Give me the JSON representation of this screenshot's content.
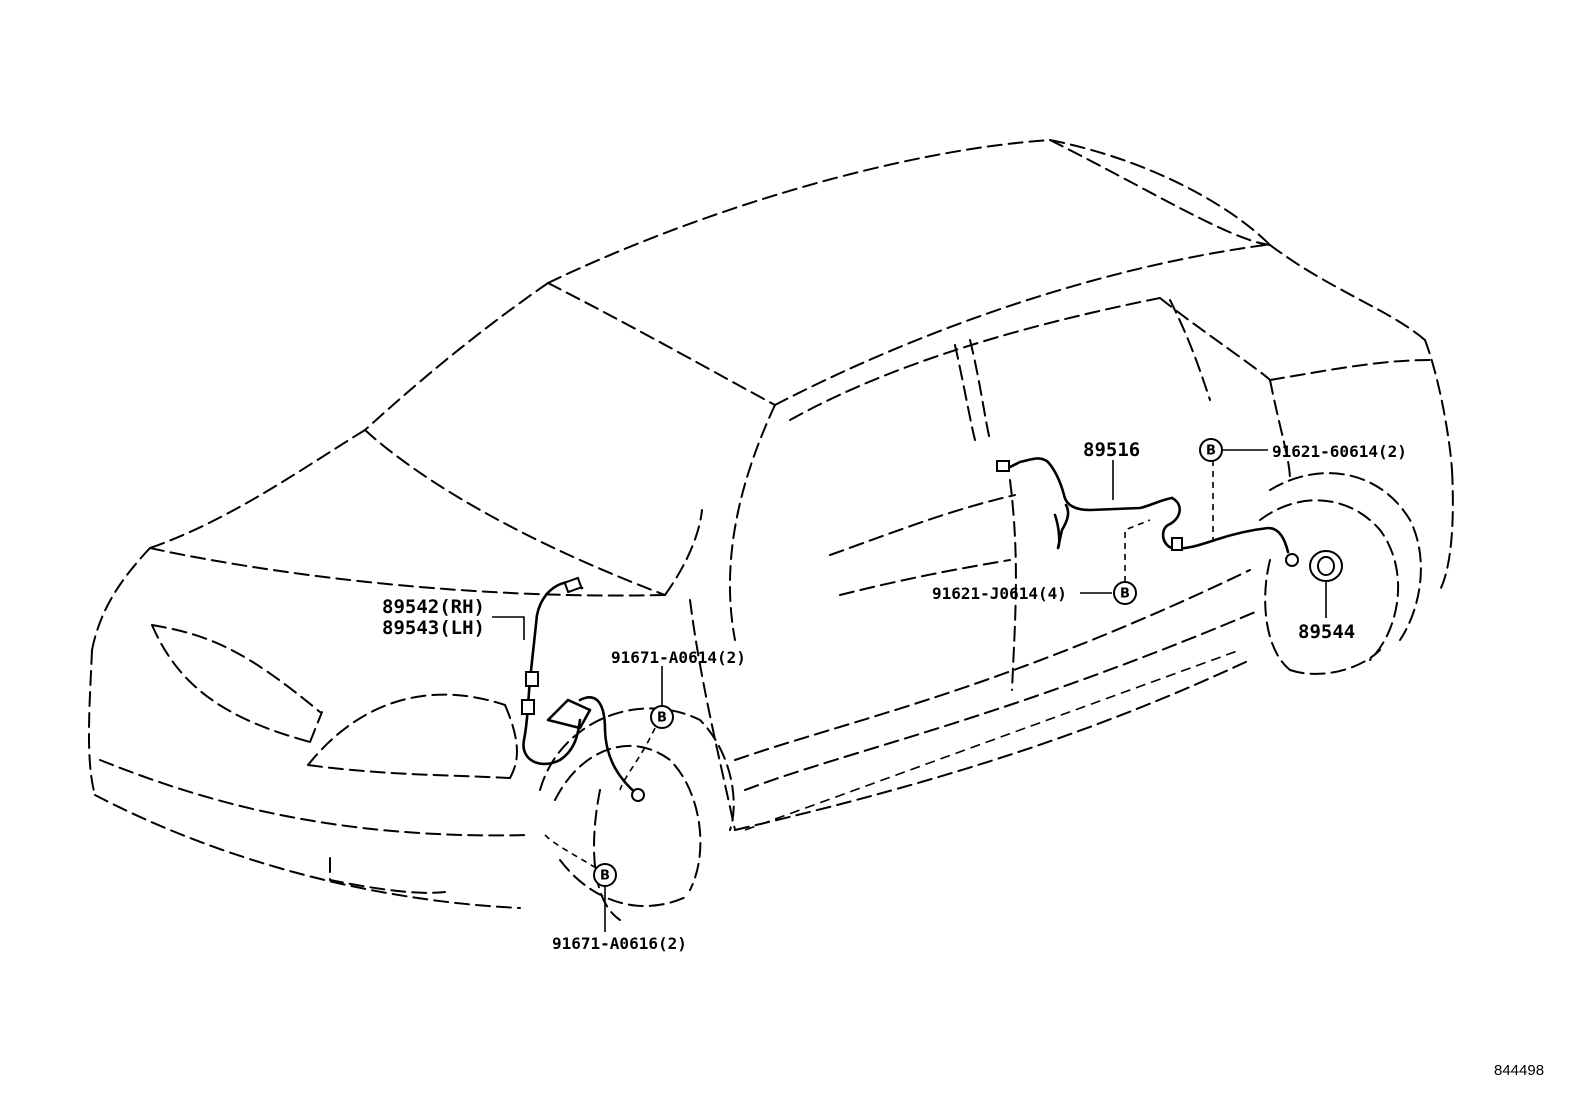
{
  "parts": {
    "front_sensor_rh": "89542(RH)",
    "front_sensor_lh": "89543(LH)",
    "rear_harness": "89516",
    "rear_sensor": "89544",
    "bolt_front_upper": "91671-A0614(2)",
    "bolt_front_lower": "91671-A0616(2)",
    "bolt_rear_upper": "91621-60614(2)",
    "bolt_rear_lower": "91621-J0614(4)"
  },
  "badge_letter": "B",
  "reference_number": "844498"
}
